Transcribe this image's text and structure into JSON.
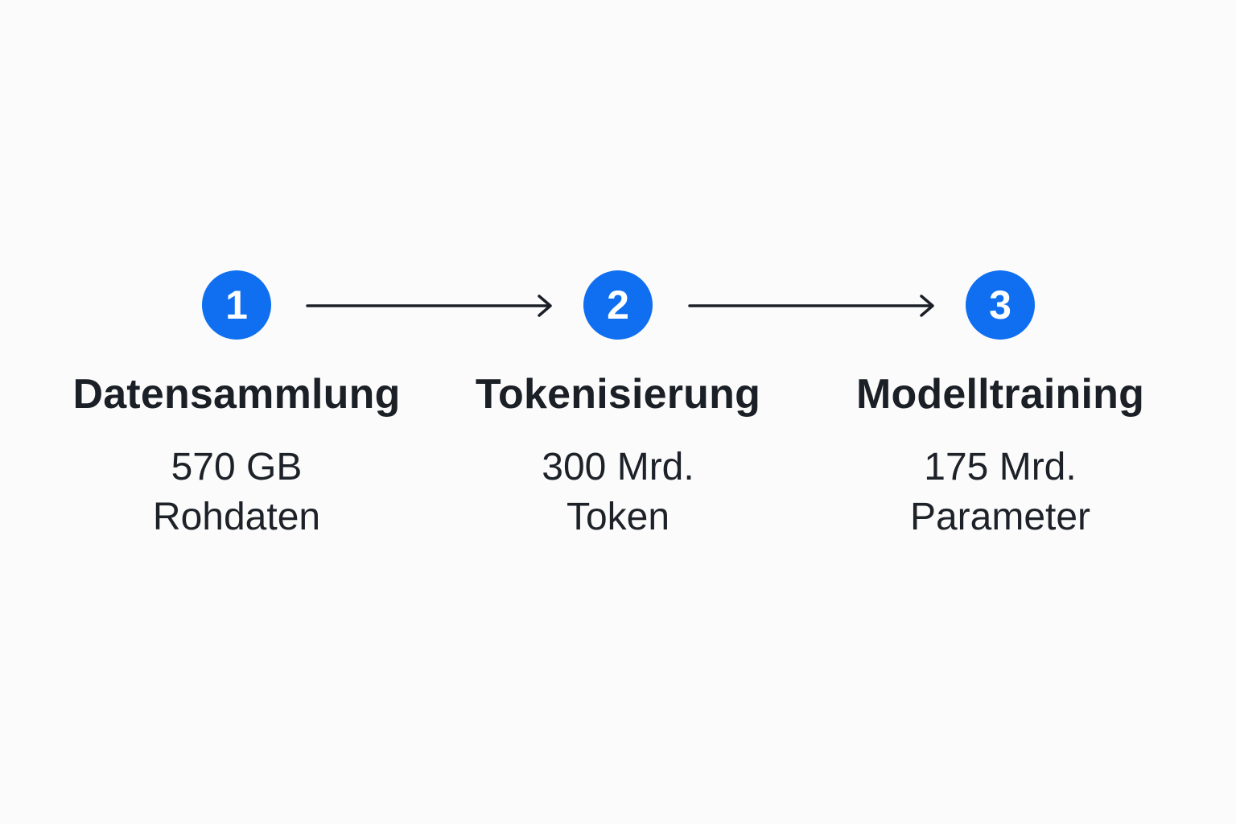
{
  "colors": {
    "accent": "#0f6ff0",
    "text": "#1b1f26",
    "arrow": "#1b1f26",
    "background": "#fbfbfb"
  },
  "steps": [
    {
      "number": "1",
      "title": "Datensammlung",
      "detail_line1": "570 GB",
      "detail_line2": "Rohdaten"
    },
    {
      "number": "2",
      "title": "Tokenisierung",
      "detail_line1": "300 Mrd.",
      "detail_line2": "Token"
    },
    {
      "number": "3",
      "title": "Modelltraining",
      "detail_line1": "175 Mrd.",
      "detail_line2": "Parameter"
    }
  ],
  "icons": {
    "arrow": "arrow-right-icon"
  }
}
